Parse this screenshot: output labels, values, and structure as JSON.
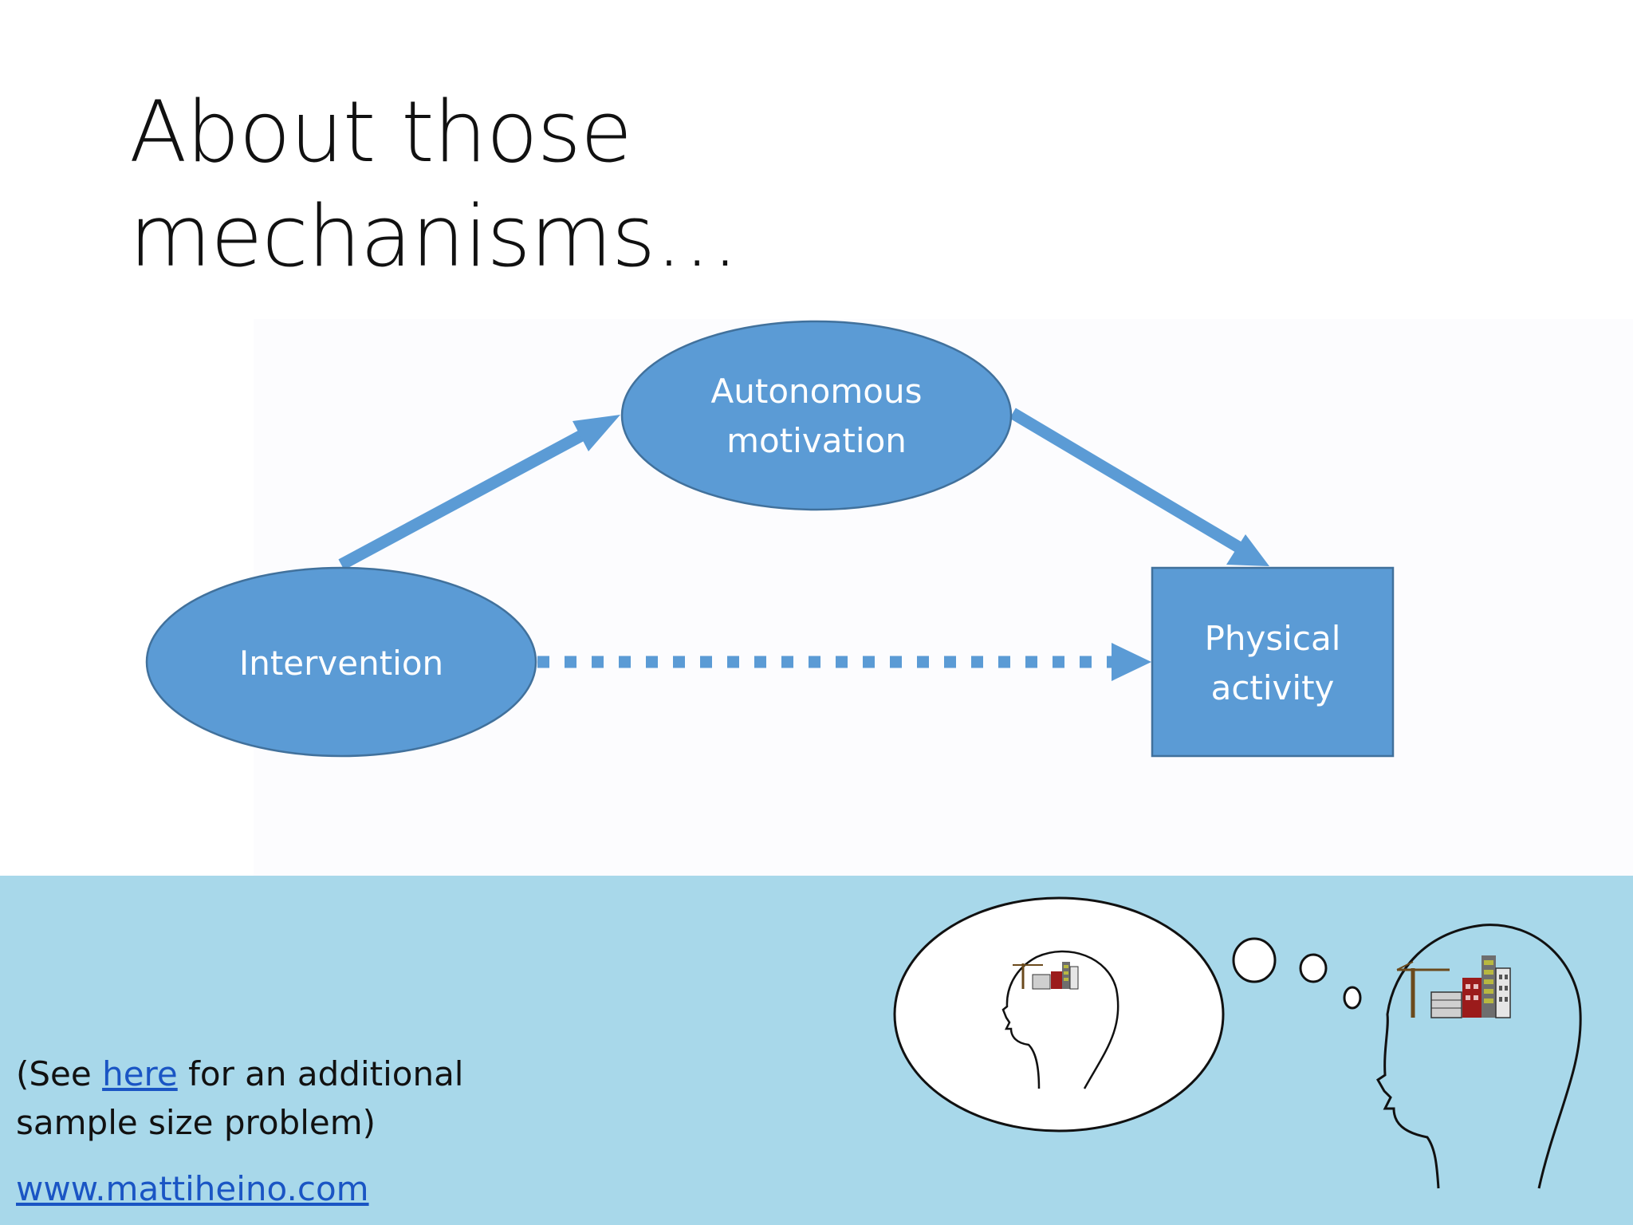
{
  "slide": {
    "title_line1": "About those",
    "title_line2": "mechanisms…"
  },
  "diagram": {
    "nodes": {
      "autonomous_line1": "Autonomous",
      "autonomous_line2": "motivation",
      "intervention": "Intervention",
      "physical_line1": "Physical",
      "physical_line2": "activity"
    },
    "colors": {
      "node_fill": "#5b9bd5",
      "node_stroke": "#41719c",
      "arrow": "#5b9bd5"
    }
  },
  "footer": {
    "note_prefix": "(See ",
    "note_link": "here",
    "note_suffix": " for an additional sample size problem)",
    "website": "www.mattiheino.com"
  },
  "illustration": {
    "icon": "thought-bubble-head-with-city-icon"
  },
  "colors": {
    "band": "#a8d8ea",
    "link": "#1a55c4"
  }
}
